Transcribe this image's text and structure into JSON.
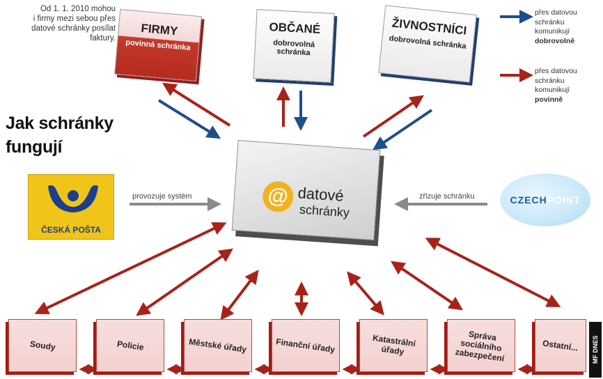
{
  "note": {
    "lines": [
      "Od 1. 1. 2010 mohou",
      "i firmy mezi sebou přes",
      "datové schránky posílat",
      "faktury."
    ]
  },
  "title": {
    "line1": "Jak schránky",
    "line2": "fungují"
  },
  "legend": {
    "blue": {
      "text": "přes datovou schránku komunikují",
      "bold": "dobrovolně",
      "color": "#1f4e8c"
    },
    "red": {
      "text": "přes datovou schránku komunikují",
      "bold": "povinně",
      "color": "#a8221a"
    }
  },
  "top_boxes": [
    {
      "title": "FIRMY",
      "subtitle": "povinná schránka"
    },
    {
      "title": "OBČANÉ",
      "subtitle": "dobrovolná schránka"
    },
    {
      "title": "ŽIVNOSTNÍCI",
      "subtitle": "dobrovolná schránka"
    }
  ],
  "center": {
    "line1": "datové",
    "line2": "schránky",
    "symbol": "@"
  },
  "operator": {
    "name": "ČESKÁ POŠTA",
    "label": "provozuje systém"
  },
  "registration": {
    "name_a": "CZECH",
    "name_b": "POINT",
    "label": "zřizuje schránku"
  },
  "bottom_boxes": [
    {
      "label": "Soudy"
    },
    {
      "label": "Policie"
    },
    {
      "label": "Městské úřady"
    },
    {
      "label": "Finanční úřady"
    },
    {
      "label": "Katastrální úřady"
    },
    {
      "label": "Správa sociálního zabezpečení"
    },
    {
      "label": "Ostatní..."
    }
  ],
  "credit": "MF DNES",
  "colors": {
    "red": "#a8221a",
    "blue": "#1f4e8c",
    "gray": "#8a8a8a"
  }
}
